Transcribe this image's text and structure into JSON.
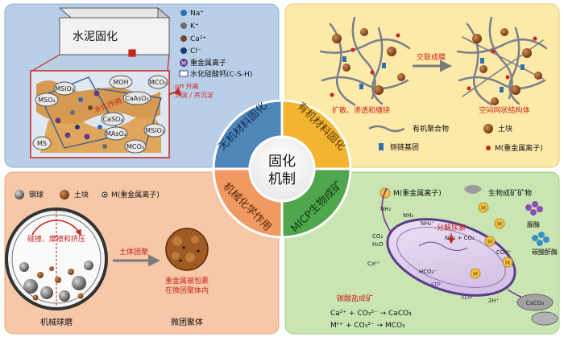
{
  "center": {
    "line1": "固化",
    "line2": "机制"
  },
  "ring": {
    "inorganic": "无机材料固化",
    "organic": "有机材料固化",
    "mechano": "机械化学作用",
    "micp": "MICP生物成矿"
  },
  "panel_tl": {
    "cement_label": "水泥固化",
    "legend": [
      "Na⁺",
      "K⁺",
      "Ca²⁺",
      "Cl⁻",
      "重金属离子",
      "水化硅酸钙(C-S-H)"
    ],
    "legend_symbol": "M",
    "ph_line1": "pH 升高",
    "ph_line2": "沉淀 / 共沉淀",
    "hydration": "水化作用",
    "species": [
      "MOH",
      "MCO₃",
      "MSO₄",
      "MSiO₃",
      "CaAsO₄",
      "CaSO₄",
      "MAsO₄",
      "MS",
      "MSiO₃",
      "MCO₃"
    ]
  },
  "panel_tr": {
    "crosslink": "交联成膜",
    "diffusion": "扩散、渗透和缠绕",
    "network": "空间网状结构体",
    "legend_polymer": "有机聚合物",
    "legend_side": "侧链基团",
    "legend_soil": "土块",
    "legend_metal": "M(重金属离子)"
  },
  "panel_bl": {
    "legend_ball": "钢球",
    "legend_soil": "土块",
    "legend_metal": "M(重金属离子)",
    "collide": "碰撞、摩擦和挤压",
    "agglomerate": "土体团聚",
    "wrapped_line1": "重金属被包裹",
    "wrapped_line2": "在微团聚体内",
    "ball_mill": "机械球磨",
    "micro_agg": "微团聚体"
  },
  "panel_br": {
    "legend_metal": "M(重金属离子)",
    "legend_mineral": "生物成矿矿物",
    "urea": "分解尿素",
    "urease": "脲酶",
    "carb_anhydrase": "碳酸酐酶",
    "carbonate": "碳酸盐成矿",
    "eq1": "Ca²⁺ + CO₃²⁻ → CaCO₃",
    "eq2": "Mⁿ⁺ + CO₃²⁻ → MCO₃",
    "cell_chem": [
      "NH₂",
      "NH₃",
      "NH₄⁺",
      "CO₂",
      "H₂O",
      "HCO₃⁻",
      "Ca²⁺",
      "ATP",
      "ADP",
      "2H⁺",
      "NH₂ + CO₂",
      "CO₃²⁻"
    ],
    "caco3": "CaCO₃"
  },
  "colors": {
    "panel_tl": "#b9cfe8",
    "panel_tr": "#fde9a8",
    "panel_bl": "#f6c8a8",
    "panel_br": "#c9e6b2",
    "ring_inorganic": "#4f86b8",
    "ring_organic": "#f2b431",
    "ring_mechano": "#ef9a62",
    "ring_micp": "#4fa64c",
    "soil": "#8a4b1e",
    "metal": "#c8261e",
    "violet": "#5b3b8c"
  }
}
